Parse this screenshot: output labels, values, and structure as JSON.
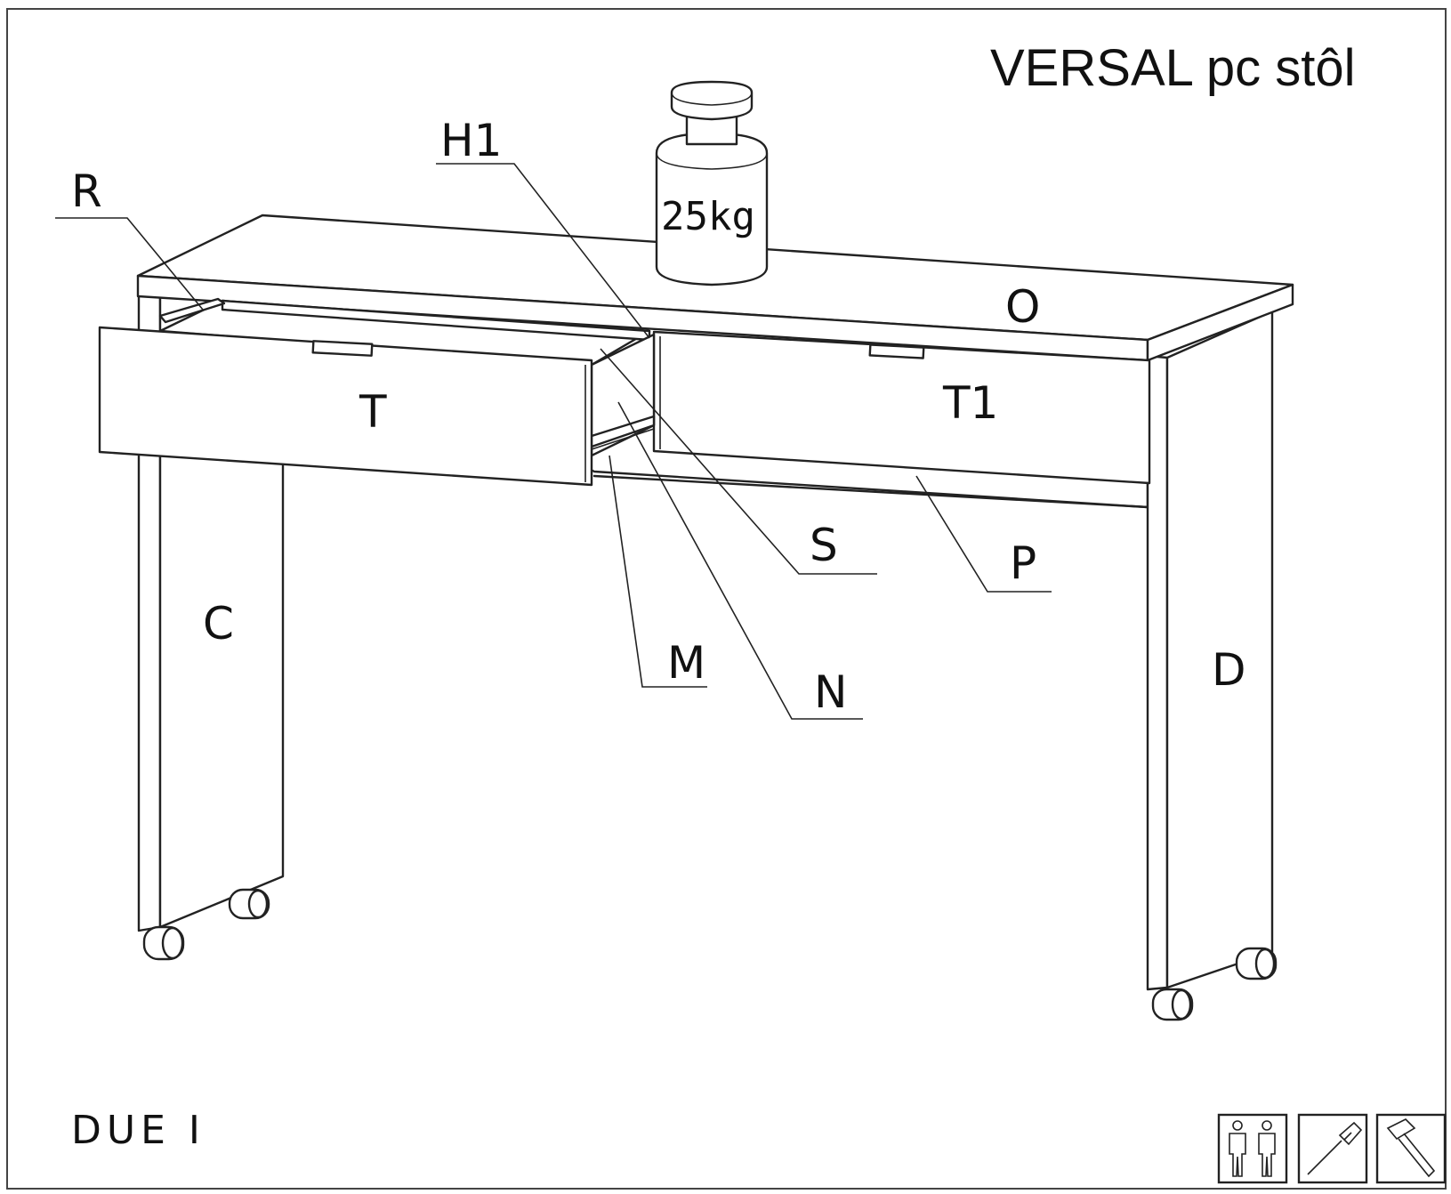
{
  "title": "VERSAL pc stôl",
  "model_code": "DUE I",
  "weight_label": "25kg",
  "parts": {
    "R": "R",
    "H1": "H1",
    "O": "O",
    "T": "T",
    "T1": "T1",
    "S": "S",
    "P": "P",
    "C": "C",
    "M": "M",
    "N": "N",
    "D": "D"
  },
  "icons": [
    "two-persons-icon",
    "screwdriver-icon",
    "hammer-icon"
  ]
}
